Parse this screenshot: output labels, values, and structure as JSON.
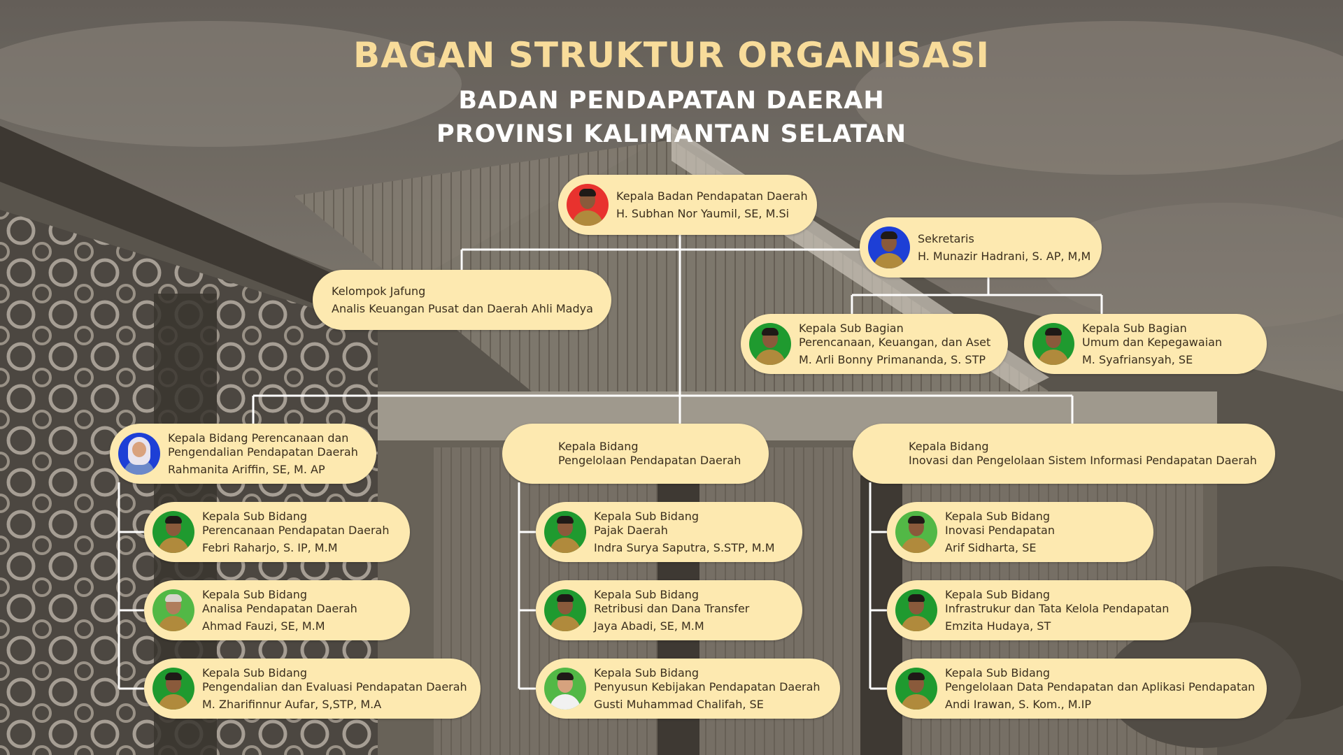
{
  "header": {
    "title": "BAGAN STRUKTUR ORGANISASI",
    "subtitle_1": "BADAN PENDAPATAN DAERAH",
    "subtitle_2": "PROVINSI KALIMANTAN SELATAN"
  },
  "colors": {
    "title": "#f8dc9a",
    "subtitle": "#ffffff",
    "card": "#fde9b0",
    "card_text": "#3a2e1d",
    "connector": "#ffffff",
    "avatar_red": "#e8322e",
    "avatar_blue": "#1d3fd6",
    "avatar_green": "#1f9a2f",
    "avatar_lightgreen": "#52b846"
  },
  "nodes": {
    "kepala": {
      "jabatan": "Kepala Badan Pendapatan Daerah",
      "nama": "H. Subhan Nor Yaumil, SE, M.Si",
      "avatar": "photo-avatar-red"
    },
    "sekretaris": {
      "jabatan": "Sekretaris",
      "nama": "H. Munazir Hadrani, S. AP, M,M",
      "avatar": "photo-avatar-blue"
    },
    "jafung": {
      "jabatan": "Kelompok Jafung",
      "nama": "Analis Keuangan Pusat dan Daerah Ahli Madya"
    },
    "subbag_perencanaan": {
      "jabatan_1": "Kepala Sub Bagian",
      "jabatan_2": "Perencanaan, Keuangan, dan Aset",
      "nama": "M. Arli Bonny Primananda, S. STP",
      "avatar": "photo-avatar-green"
    },
    "subbag_umum": {
      "jabatan_1": "Kepala Sub Bagian",
      "jabatan_2": "Umum dan Kepegawaian",
      "nama": "M. Syafriansyah, SE",
      "avatar": "photo-avatar-green"
    },
    "bidang_1": {
      "jabatan_1": "Kepala Bidang Perencanaan dan",
      "jabatan_2": "Pengendalian Pendapatan Daerah",
      "nama": "Rahmanita Ariffin, SE, M. AP",
      "avatar": "photo-avatar-blue"
    },
    "bidang_2": {
      "jabatan_1": "Kepala Bidang",
      "jabatan_2": "Pengelolaan Pendapatan Daerah"
    },
    "bidang_3": {
      "jabatan_1": "Kepala Bidang",
      "jabatan_2": "Inovasi dan Pengelolaan Sistem Informasi Pendapatan Daerah"
    },
    "sub_1_1": {
      "jabatan_1": "Kepala Sub Bidang",
      "jabatan_2": "Perencanaan Pendapatan Daerah",
      "nama": "Febri Raharjo, S. IP, M.M",
      "avatar": "photo-avatar-green"
    },
    "sub_1_2": {
      "jabatan_1": "Kepala Sub Bidang",
      "jabatan_2": "Analisa Pendapatan Daerah",
      "nama": "Ahmad Fauzi, SE, M.M",
      "avatar": "photo-avatar-lightgreen"
    },
    "sub_1_3": {
      "jabatan_1": "Kepala Sub Bidang",
      "jabatan_2": "Pengendalian dan Evaluasi Pendapatan Daerah",
      "nama": "M. Zharifinnur Aufar, S,STP, M.A",
      "avatar": "photo-avatar-green"
    },
    "sub_2_1": {
      "jabatan_1": "Kepala Sub Bidang",
      "jabatan_2": "Pajak Daerah",
      "nama": "Indra Surya Saputra, S.STP, M.M",
      "avatar": "photo-avatar-green"
    },
    "sub_2_2": {
      "jabatan_1": "Kepala Sub Bidang",
      "jabatan_2": "Retribusi dan Dana Transfer",
      "nama": "Jaya Abadi, SE, M.M",
      "avatar": "photo-avatar-green"
    },
    "sub_2_3": {
      "jabatan_1": "Kepala Sub Bidang",
      "jabatan_2": "Penyusun Kebijakan Pendapatan Daerah",
      "nama": "Gusti Muhammad Chalifah, SE",
      "avatar": "photo-avatar-lightgreen"
    },
    "sub_3_1": {
      "jabatan_1": "Kepala Sub Bidang",
      "jabatan_2": "Inovasi Pendapatan",
      "nama": "Arif Sidharta, SE",
      "avatar": "photo-avatar-lightgreen"
    },
    "sub_3_2": {
      "jabatan_1": "Kepala Sub Bidang",
      "jabatan_2": "Infrastrukur dan Tata Kelola Pendapatan",
      "nama": "Emzita Hudaya, ST",
      "avatar": "photo-avatar-green"
    },
    "sub_3_3": {
      "jabatan_1": "Kepala Sub Bidang",
      "jabatan_2": "Pengelolaan Data Pendapatan dan Aplikasi Pendapatan",
      "nama": "Andi Irawan, S. Kom., M.IP",
      "avatar": "photo-avatar-green"
    }
  }
}
